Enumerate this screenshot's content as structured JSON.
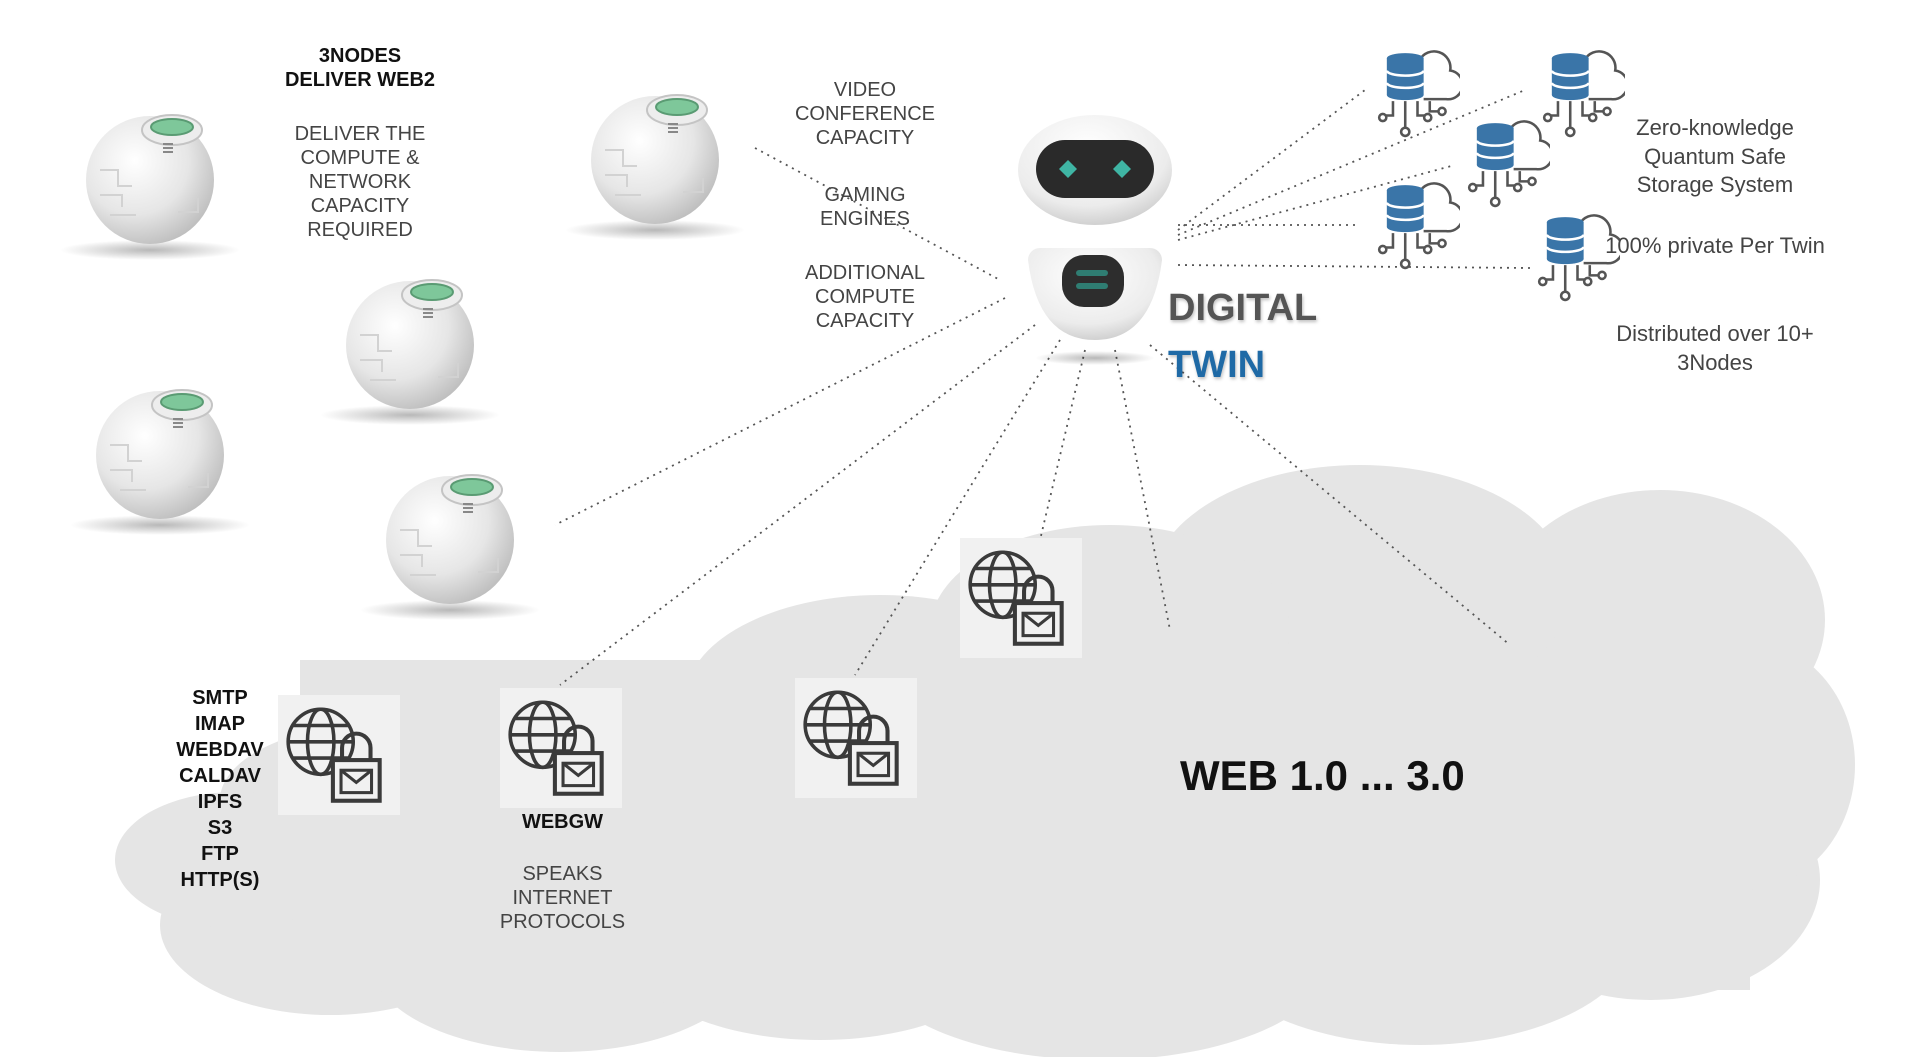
{
  "nodes_heading": "3NODES\nDELIVER WEB2",
  "nodes_desc": "DELIVER THE\nCOMPUTE &\nNETWORK\nCAPACITY\nREQUIRED",
  "capacity_video": "VIDEO\nCONFERENCE\nCAPACITY",
  "capacity_gaming": "GAMING\nENGINES",
  "capacity_compute": "ADDITIONAL\nCOMPUTE\nCAPACITY",
  "digital_twin": {
    "line1": "DIGITAL",
    "line2": "TWIN"
  },
  "storage": {
    "line1": "Zero-knowledge\nQuantum Safe\nStorage System",
    "line2": "100% private\nPer Twin",
    "line3": "Distributed over\n10+ 3Nodes"
  },
  "protocols": "SMTP\nIMAP\nWEBDAV\nCALDAV\nIPFS\nS3\nFTP\nHTTP(S)",
  "webgw_title": "WEBGW",
  "webgw_desc": "SPEAKS\nINTERNET\nPROTOCOLS",
  "web_title": "WEB 1.0  ...  3.0",
  "colors": {
    "twin_blue": "#1f6aa6",
    "storage_blue": "#3a75a8",
    "node_green": "#7ec79a",
    "cloud": "#e5e5e5"
  },
  "icons": [
    "3node-sphere",
    "robot-head",
    "robot-body",
    "globe-lock-icon",
    "database-cloud-icon"
  ]
}
